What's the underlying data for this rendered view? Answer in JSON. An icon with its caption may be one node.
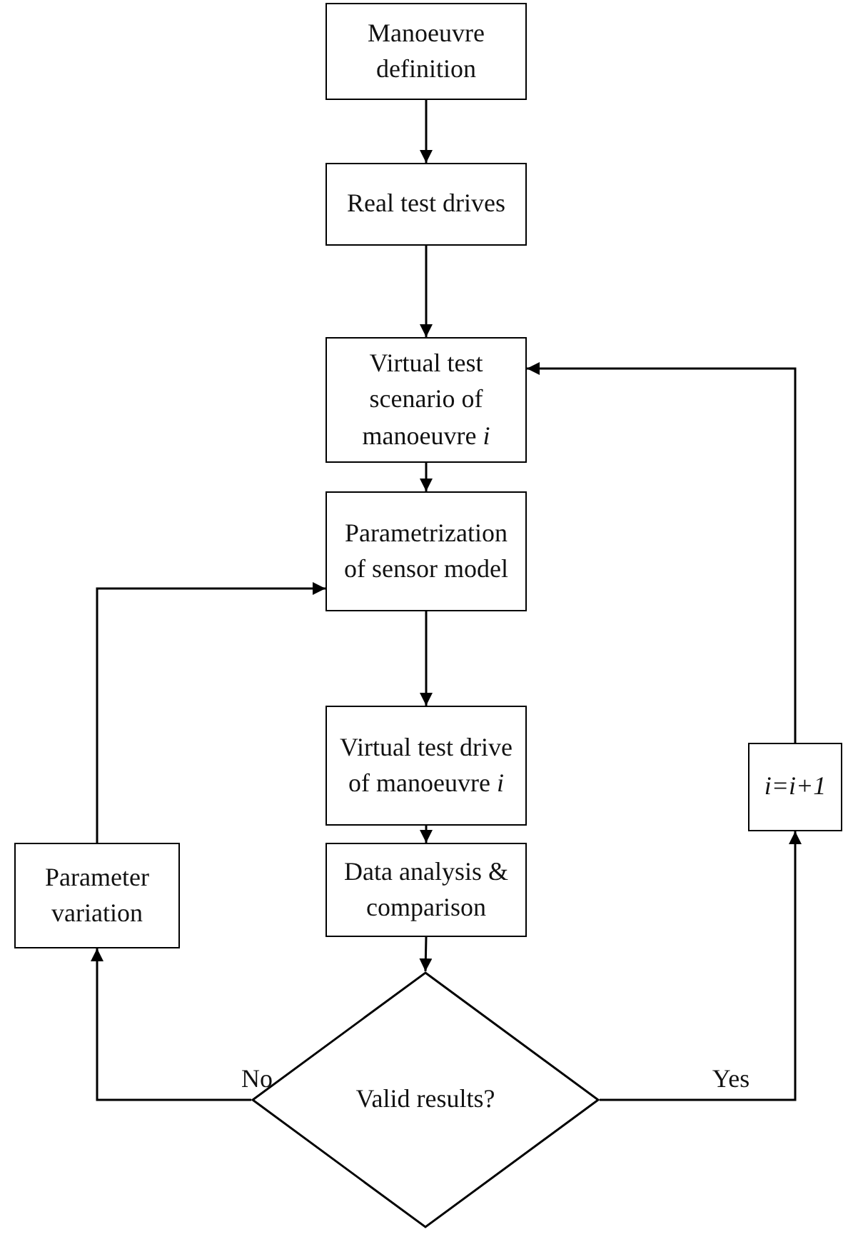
{
  "diagram": {
    "nodes": [
      {
        "text": [
          "Manoeuvre definition"
        ]
      },
      {
        "text": [
          "Real test drives"
        ]
      },
      {
        "text": [
          "Virtual test scenario of manoeuvre *i*"
        ]
      },
      {
        "text": [
          "Parametrization of sensor model"
        ]
      },
      {
        "text": [
          "Virtual test drive of manoeuvre *i*"
        ]
      },
      {
        "text": [
          "Data analysis & comparison"
        ]
      },
      {
        "text": [
          "Valid results?"
        ]
      },
      {
        "text": [
          "Parameter variation"
        ]
      },
      {
        "text": [
          "i=i+1"
        ]
      }
    ],
    "edges": [
      {
        "from": 0,
        "to": 1,
        "arrow": "to"
      },
      {
        "from": 1,
        "to": 2,
        "arrow": "to"
      },
      {
        "from": 2,
        "to": 3,
        "arrow": "to"
      },
      {
        "from": 3,
        "to": 4,
        "arrow": "to"
      },
      {
        "from": 4,
        "to": 5,
        "arrow": "to"
      },
      {
        "from": 5,
        "to": 6,
        "arrow": "to"
      },
      {
        "from": 6,
        "to": 7,
        "arrow": "to",
        "label": "No"
      },
      {
        "from": 7,
        "to": 3,
        "arrow": "to"
      },
      {
        "from": 6,
        "to": 8,
        "arrow": "to",
        "label": "Yes"
      },
      {
        "from": 8,
        "to": 2,
        "arrow": "to"
      }
    ]
  }
}
